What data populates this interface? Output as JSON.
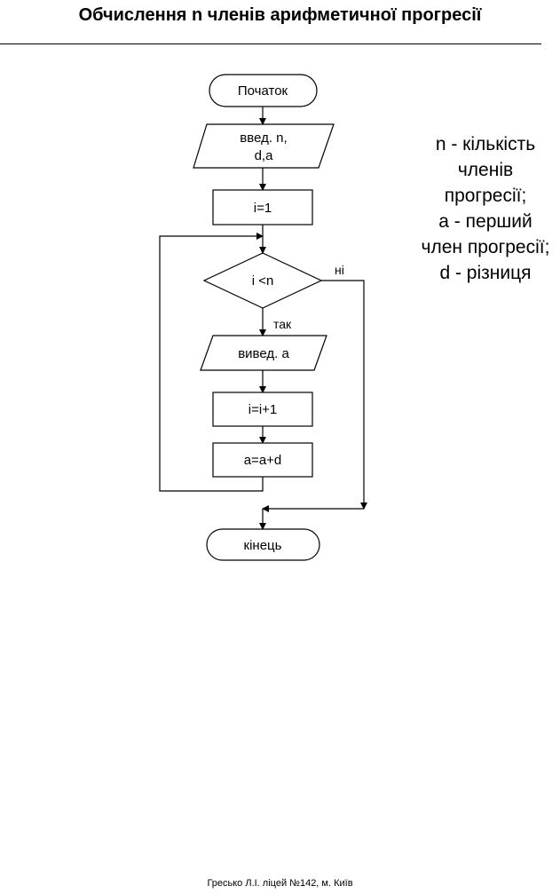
{
  "title": "Обчислення n членів арифметичної прогресії",
  "flowchart": {
    "start": "Початок",
    "input_line1": "введ. n,",
    "input_line2": "d,a",
    "init": "i=1",
    "condition": "i <n",
    "no_label": "ні",
    "yes_label": "так",
    "output": "вивед. a",
    "increment": "i=i+1",
    "update": "a=a+d",
    "end": "кінець"
  },
  "legend": [
    "n - кількість",
    "членів",
    "прогресії;",
    "a -  перший",
    "член прогресії;",
    "d - різниця"
  ],
  "footer": "Гресько Л.І. ліцей №142, м. Київ"
}
